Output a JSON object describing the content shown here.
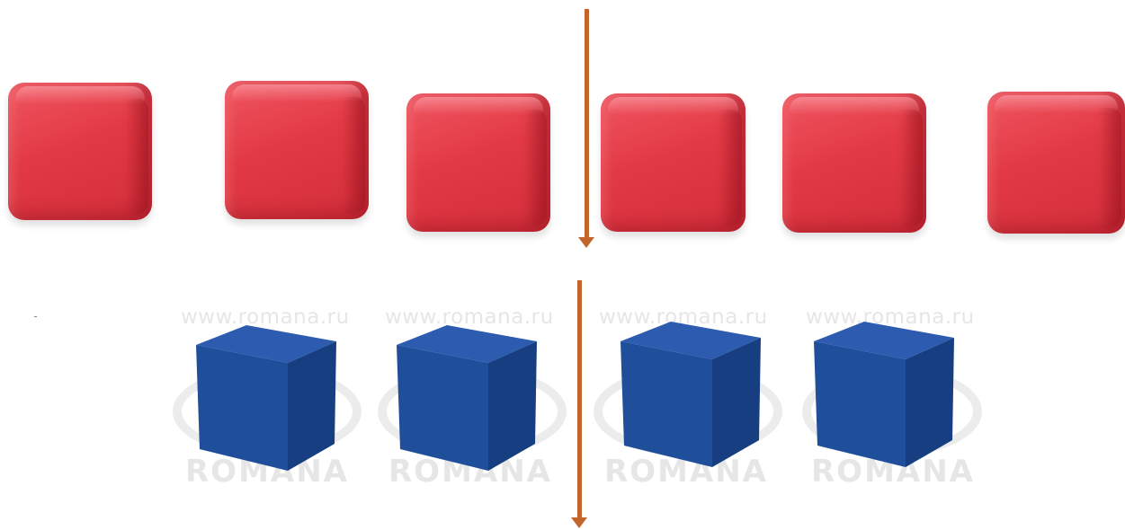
{
  "scene": {
    "background_color": "#ffffff",
    "top_row": {
      "object": "red rounded cube",
      "count": 6,
      "color": "#e23a45"
    },
    "bottom_row": {
      "object": "blue cube",
      "count": 4,
      "color": "#1f4e9a"
    },
    "arrow_color": "#c2652a",
    "arrow_count": 2
  },
  "watermark": {
    "url_text": "www.romana.ru",
    "brand_text": "ROMANA",
    "color": "#e6e6e6"
  }
}
